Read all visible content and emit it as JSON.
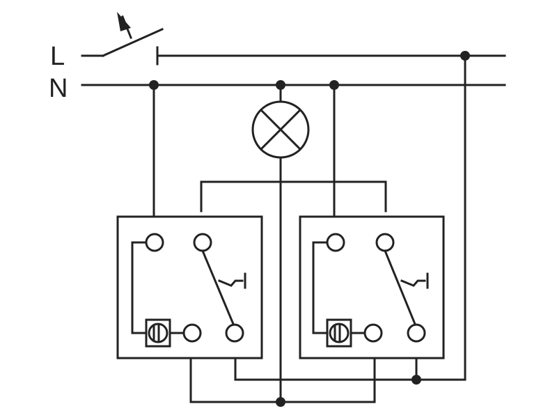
{
  "diagram": {
    "rails": {
      "line_label": "L",
      "neutral_label": "N"
    },
    "colors": {
      "stroke": "#222222",
      "background": "#ffffff"
    },
    "components": {
      "main_switch": "switch",
      "lamp": "lamp",
      "switch_units": 2
    }
  }
}
